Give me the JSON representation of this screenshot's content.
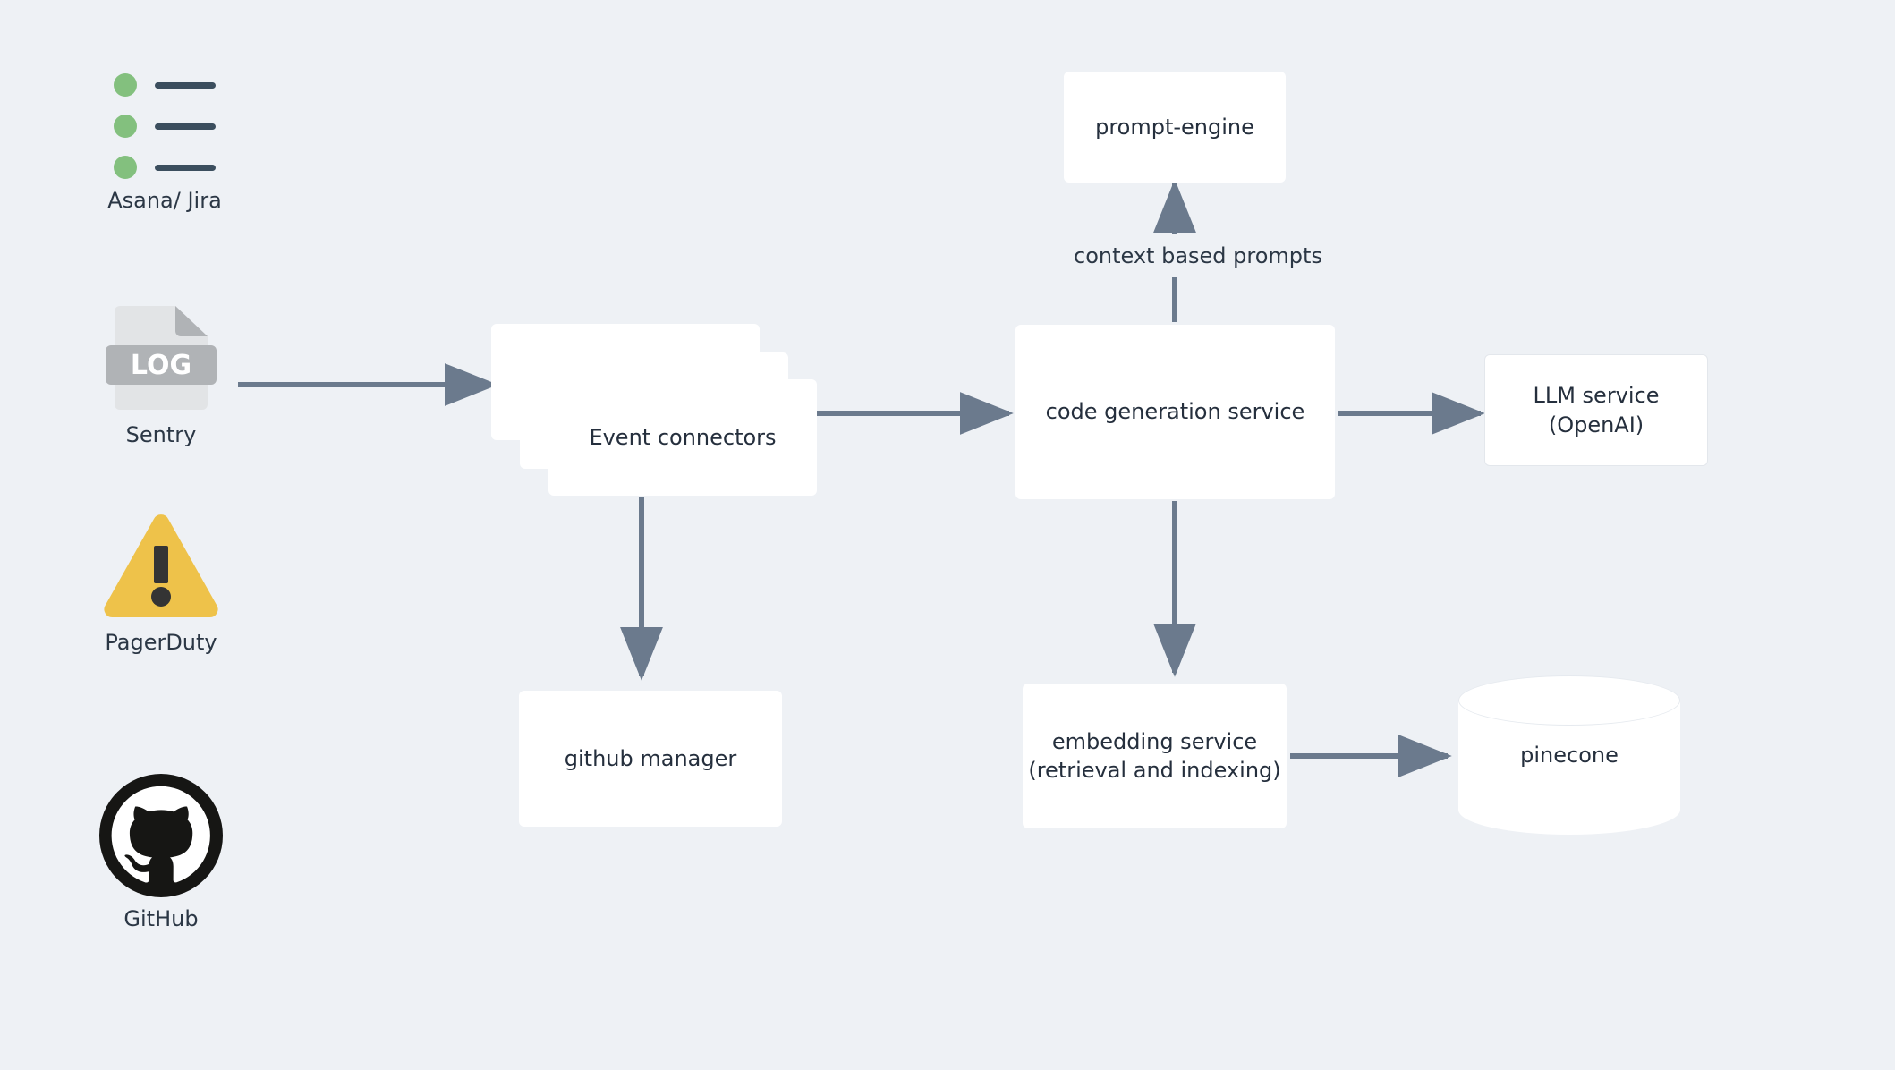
{
  "diagram": {
    "background_color": "#eef1f5",
    "arrow_color": "#6b7a8d",
    "node_fill": "#ffffff",
    "text_color": "#252f3d",
    "sources": [
      {
        "id": "asana-jira",
        "label": "Asana/ Jira",
        "icon": "task-list-icon",
        "icon_dot_color": "#83c07e",
        "icon_bar_color": "#3b4e5e",
        "rows": 3
      },
      {
        "id": "sentry",
        "label": "Sentry",
        "icon": "log-file-icon",
        "icon_badge_text": "LOG",
        "icon_paper_color": "#e2e4e6",
        "icon_band_color": "#b0b3b6"
      },
      {
        "id": "pagerduty",
        "label": "PagerDuty",
        "icon": "warning-triangle-icon",
        "icon_color": "#eec24a",
        "icon_mark_color": "#343434"
      },
      {
        "id": "github",
        "label": "GitHub",
        "icon": "github-octocat-icon",
        "icon_color": "#161614"
      }
    ],
    "nodes": [
      {
        "id": "event-connectors",
        "label": "Event connectors",
        "shape": "stacked-cards"
      },
      {
        "id": "prompt-engine",
        "label": "prompt-engine",
        "shape": "rectangle"
      },
      {
        "id": "code-generation-service",
        "label": "code generation service",
        "shape": "rectangle"
      },
      {
        "id": "llm-service",
        "label": "LLM service (OpenAI)",
        "shape": "rectangle"
      },
      {
        "id": "github-manager",
        "label": "github manager",
        "shape": "rectangle"
      },
      {
        "id": "embedding-service",
        "label": "embedding service",
        "label_line2": "(retrieval and indexing)",
        "shape": "rectangle"
      },
      {
        "id": "pinecone",
        "label": "pinecone",
        "shape": "cylinder"
      }
    ],
    "edges": [
      {
        "from": "sentry",
        "to": "event-connectors",
        "label": ""
      },
      {
        "from": "event-connectors",
        "to": "code-generation-service",
        "label": ""
      },
      {
        "from": "event-connectors",
        "to": "github-manager",
        "label": ""
      },
      {
        "from": "code-generation-service",
        "to": "prompt-engine",
        "label": "context based prompts"
      },
      {
        "from": "code-generation-service",
        "to": "llm-service",
        "label": ""
      },
      {
        "from": "code-generation-service",
        "to": "embedding-service",
        "label": ""
      },
      {
        "from": "embedding-service",
        "to": "pinecone",
        "label": ""
      }
    ],
    "edge_labels": {
      "context_based_prompts": "context based prompts"
    }
  }
}
